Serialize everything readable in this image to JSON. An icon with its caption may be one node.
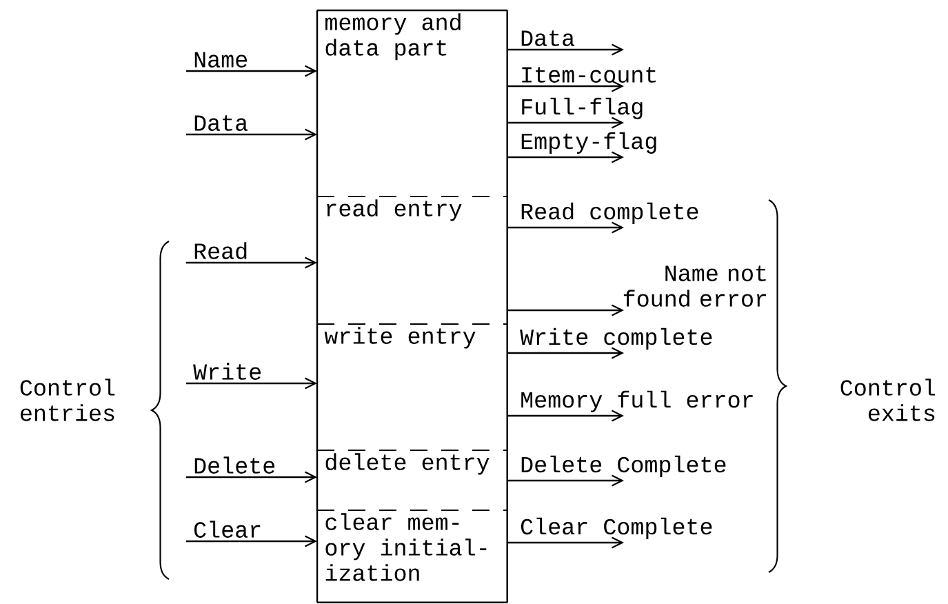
{
  "diagram": {
    "nodes": [
      {
        "text": [
          "memory and data part"
        ]
      },
      {
        "text": [
          "read entry"
        ]
      },
      {
        "text": [
          "write entry"
        ]
      },
      {
        "text": [
          "delete entry"
        ]
      },
      {
        "text": [
          "clear mem- ory initial- ization"
        ]
      }
    ],
    "edges": [
      {
        "from": null,
        "to": 0,
        "arrow": "to",
        "label": "Name"
      },
      {
        "from": null,
        "to": 0,
        "arrow": "to",
        "label": "Data"
      },
      {
        "from": null,
        "to": 1,
        "arrow": "to",
        "label": "Read"
      },
      {
        "from": null,
        "to": 2,
        "arrow": "to",
        "label": "Write"
      },
      {
        "from": null,
        "to": 3,
        "arrow": "to",
        "label": "Delete"
      },
      {
        "from": null,
        "to": 4,
        "arrow": "to",
        "label": "Clear"
      },
      {
        "from": 0,
        "to": null,
        "arrow": "to",
        "label": "Data"
      },
      {
        "from": 0,
        "to": null,
        "arrow": "to",
        "label": "Item-count"
      },
      {
        "from": 0,
        "to": null,
        "arrow": "to",
        "label": "Full-flag"
      },
      {
        "from": 0,
        "to": null,
        "arrow": "to",
        "label": "Empty-flag"
      },
      {
        "from": 1,
        "to": null,
        "arrow": "to",
        "label": "Read complete"
      },
      {
        "from": 1,
        "to": null,
        "arrow": "to",
        "label": "Name not found error"
      },
      {
        "from": 2,
        "to": null,
        "arrow": "to",
        "label": "Write complete"
      },
      {
        "from": 2,
        "to": null,
        "arrow": "to",
        "label": "Memory full error"
      },
      {
        "from": 3,
        "to": null,
        "arrow": "to",
        "label": "Delete Complete"
      },
      {
        "from": 4,
        "to": null,
        "arrow": "to",
        "label": "Clear Complete"
      }
    ],
    "labels": [
      "Control entries",
      "Control exits"
    ]
  }
}
